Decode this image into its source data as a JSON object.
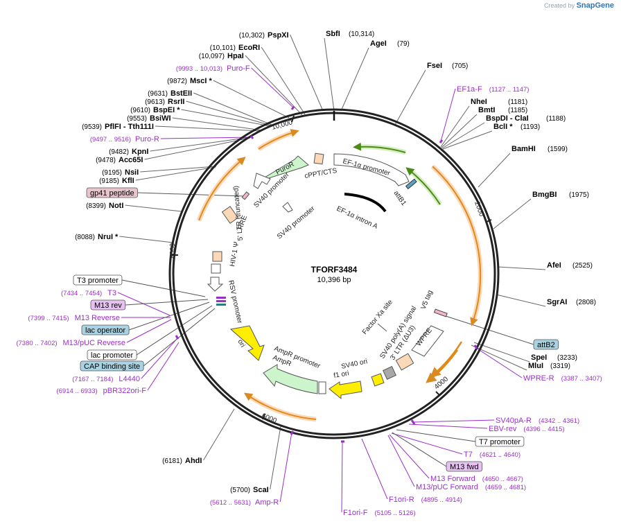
{
  "brand": {
    "created_by": "Created by",
    "name": "SnapGene"
  },
  "plasmid": {
    "name": "TFORF3484",
    "size": "10,396 bp"
  },
  "ticks": [
    "10,000",
    "2000",
    "4000",
    "6000",
    "8000"
  ],
  "sites_right": [
    {
      "pos": "(10,314)",
      "name": "SbfI",
      "star": ""
    },
    {
      "pos": "(79)",
      "name": "AgeI",
      "star": ""
    },
    {
      "pos": "(705)",
      "name": "FseI",
      "star": ""
    },
    {
      "pos": "(1181)",
      "name": "NheI",
      "star": ""
    },
    {
      "pos": "(1185)",
      "name": "BmtI",
      "star": ""
    },
    {
      "pos": "(1188)",
      "name": "BspDI - ClaI",
      "star": ""
    },
    {
      "pos": "(1193)",
      "name": "BclI",
      "star": "*"
    },
    {
      "pos": "(1599)",
      "name": "BamHI",
      "star": ""
    },
    {
      "pos": "(1975)",
      "name": "BmgBI",
      "star": ""
    },
    {
      "pos": "(2525)",
      "name": "AfeI",
      "star": ""
    },
    {
      "pos": "(2808)",
      "name": "SgrAI",
      "star": ""
    },
    {
      "pos": "(3233)",
      "name": "SpeI",
      "star": ""
    },
    {
      "pos": "(3319)",
      "name": "MluI",
      "star": ""
    }
  ],
  "sites_left": [
    {
      "pos": "(10,302)",
      "name": "PspXI",
      "star": ""
    },
    {
      "pos": "(10,101)",
      "name": "EcoRI",
      "star": ""
    },
    {
      "pos": "(10,097)",
      "name": "HpaI",
      "star": ""
    },
    {
      "pos": "(9872)",
      "name": "MscI",
      "star": "*"
    },
    {
      "pos": "(9631)",
      "name": "BstEII",
      "star": ""
    },
    {
      "pos": "(9613)",
      "name": "RsrII",
      "star": ""
    },
    {
      "pos": "(9610)",
      "name": "BspEI",
      "star": "*"
    },
    {
      "pos": "(9553)",
      "name": "BsiWI",
      "star": ""
    },
    {
      "pos": "(9539)",
      "name": "PflFI - Tth111I",
      "star": ""
    },
    {
      "pos": "(9482)",
      "name": "KpnI",
      "star": ""
    },
    {
      "pos": "(9478)",
      "name": "Acc65I",
      "star": ""
    },
    {
      "pos": "(9195)",
      "name": "NsiI",
      "star": ""
    },
    {
      "pos": "(9185)",
      "name": "KflI",
      "star": ""
    },
    {
      "pos": "(8399)",
      "name": "NotI",
      "star": ""
    },
    {
      "pos": "(8088)",
      "name": "NruI",
      "star": "*"
    },
    {
      "pos": "(6181)",
      "name": "AhdI",
      "star": ""
    },
    {
      "pos": "(5700)",
      "name": "ScaI",
      "star": ""
    }
  ],
  "primers": [
    {
      "name": "Puro-F",
      "range": "(9993 .. 10,013)"
    },
    {
      "name": "EF1a-F",
      "range": "(1127 .. 1147)"
    },
    {
      "name": "Puro-R",
      "range": "(9497 .. 9516)"
    },
    {
      "name": "T3",
      "range": "(7434 .. 7454)"
    },
    {
      "name": "M13 Reverse",
      "range": "(7399 .. 7415)"
    },
    {
      "name": "M13/pUC Reverse",
      "range": "(7380 .. 7402)"
    },
    {
      "name": "L4440",
      "range": "(7167 .. 7184)"
    },
    {
      "name": "pBR322ori-F",
      "range": "(6914 .. 6933)"
    },
    {
      "name": "WPRE-R",
      "range": "(3387 .. 3407)"
    },
    {
      "name": "SV40pA-R",
      "range": "(4342 .. 4361)"
    },
    {
      "name": "EBV-rev",
      "range": "(4396 .. 4415)"
    },
    {
      "name": "T7",
      "range": "(4621 .. 4640)"
    },
    {
      "name": "M13 Forward",
      "range": "(4650 .. 4667)"
    },
    {
      "name": "M13/pUC Forward",
      "range": "(4659 .. 4681)"
    },
    {
      "name": "F1ori-R",
      "range": "(4895 .. 4914)"
    },
    {
      "name": "F1ori-F",
      "range": "(5105 .. 5126)"
    },
    {
      "name": "Amp-R",
      "range": "(5612 .. 5631)"
    }
  ],
  "boxed": [
    {
      "text": "gp41 peptide",
      "bg": "#e8c4cc"
    },
    {
      "text": "T3 promoter",
      "bg": "#ffffff"
    },
    {
      "text": "M13 rev",
      "bg": "#e5c2f0"
    },
    {
      "text": "lac operator",
      "bg": "#a9d3e2"
    },
    {
      "text": "lac promoter",
      "bg": "#ffffff"
    },
    {
      "text": "CAP binding site",
      "bg": "#a9d3e2"
    },
    {
      "text": "attB2",
      "bg": "#a9d3e2"
    },
    {
      "text": "T7 promoter",
      "bg": "#ffffff"
    },
    {
      "text": "M13 fwd",
      "bg": "#e5c2f0"
    }
  ],
  "features": [
    "PuroR",
    "cPPT/CTS",
    "EF-1α promoter",
    "attB1",
    "SV40 promoter",
    "SV40 promoter",
    "EF-1α intron A",
    "RRE",
    "HIV-1 Ψ",
    "5' LTR (truncated)",
    "RSV promoter",
    "ori",
    "AmpR promoter",
    "AmpR",
    "f1 ori",
    "SV40 ori",
    "SV40 poly(A) signal",
    "3' LTR (ΔU3)",
    "WPRE",
    "V5 tag",
    "Factor Xa site"
  ],
  "colors": {
    "backbone": "#222222",
    "primer": "#9b2ec9",
    "orange": "#f0a040",
    "green": "#6aaa2a",
    "ori_yellow": "#ffee00",
    "pale_green": "#ccf5cc",
    "peach": "#fbd9b8",
    "pink": "#f0b8c8",
    "gray": "#a8a8a8"
  }
}
